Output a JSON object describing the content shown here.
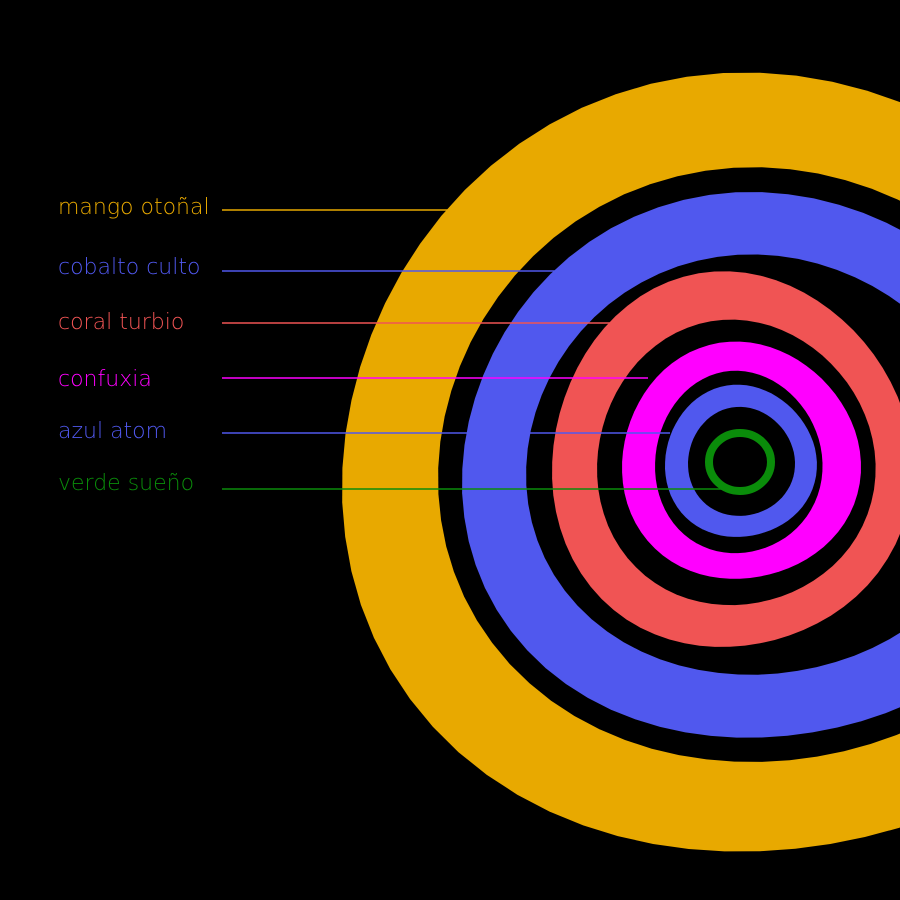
{
  "background": "#000000",
  "rings": [
    {
      "label": "mango otoñal",
      "color": "#E8A900"
    },
    {
      "label": "cobalto culto",
      "color": "#5058EE"
    },
    {
      "label": "coral turbio",
      "color": "#F05454"
    },
    {
      "label": "confuxia",
      "color": "#FF00FF"
    },
    {
      "label": "azul atom",
      "color": "#5058EE"
    },
    {
      "label": "verde sueño",
      "color": "#0A8C0A"
    }
  ]
}
